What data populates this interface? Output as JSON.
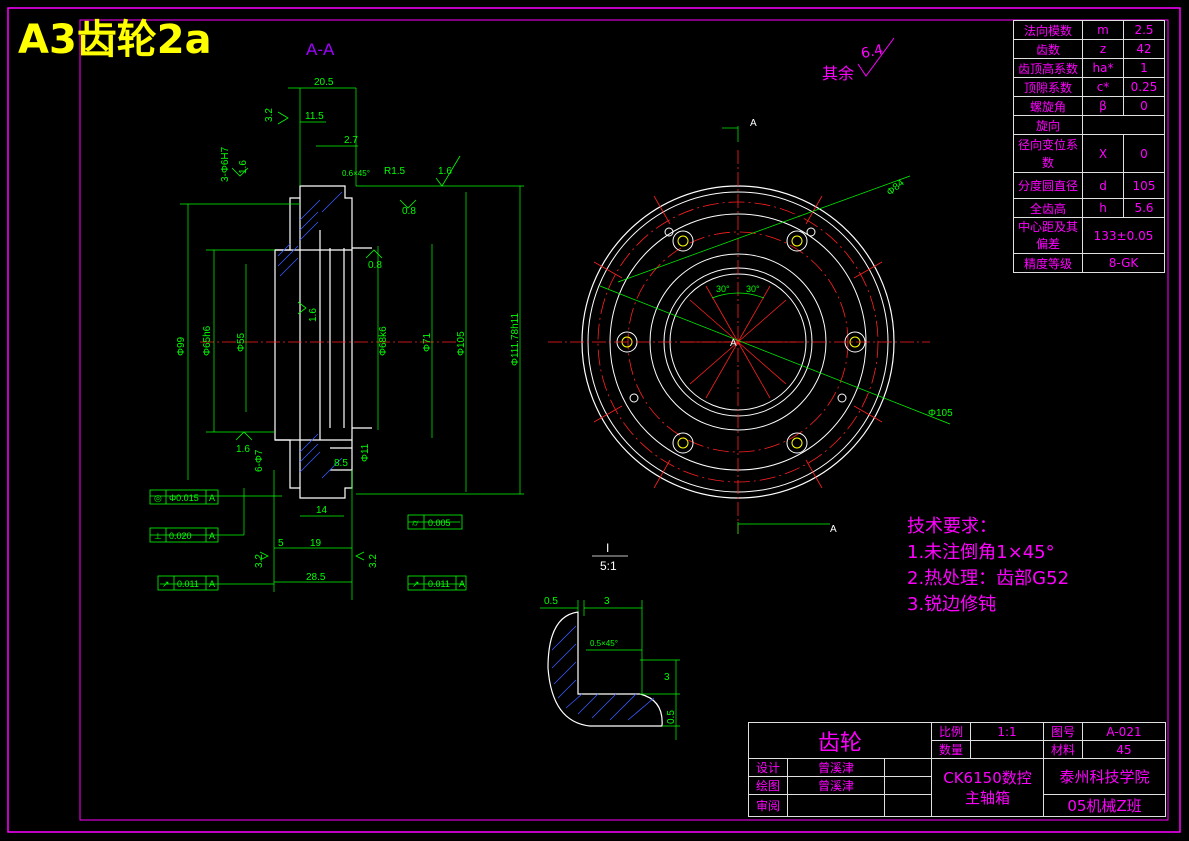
{
  "sheet": {
    "title": "A3齿轮2a",
    "section_label": "A-A",
    "roughness_note": "其余",
    "roughness_value": "6.4"
  },
  "parameters": [
    {
      "name": "法向模数",
      "symbol": "m",
      "value": "2.5"
    },
    {
      "name": "齿数",
      "symbol": "z",
      "value": "42"
    },
    {
      "name": "齿顶高系数",
      "symbol": "ha*",
      "value": "1"
    },
    {
      "name": "顶隙系数",
      "symbol": "c*",
      "value": "0.25"
    },
    {
      "name": "螺旋角",
      "symbol": "β",
      "value": "0"
    },
    {
      "name": "旋向",
      "symbol": "",
      "value": ""
    },
    {
      "name": "径向变位系数",
      "symbol": "X",
      "value": "0"
    },
    {
      "name": "分度圆直径",
      "symbol": "d",
      "value": "105"
    },
    {
      "name": "全齿高",
      "symbol": "h",
      "value": "5.6"
    },
    {
      "name": "中心距及其偏差",
      "symbol": "",
      "value": "133±0.05"
    },
    {
      "name": "精度等级",
      "symbol": "",
      "value": "8-GK"
    }
  ],
  "tech_requirements": {
    "heading": "技术要求：",
    "items": [
      "1.未注倒角1×45°",
      "2.热处理：齿部G52",
      "3.锐边修钝"
    ]
  },
  "title_block": {
    "part_name": "齿轮",
    "scale_label": "比例",
    "scale_value": "1:1",
    "drawing_no_label": "图号",
    "drawing_no": "A-021",
    "quantity_label": "数量",
    "material_label": "材料",
    "material": "45",
    "design_label": "设计",
    "designer": "曾溪津",
    "drawn_label": "绘图",
    "drawer": "曾溪津",
    "review_label": "审阅",
    "assembly": "CK6150数控主轴箱",
    "school": "泰州科技学院",
    "class": "05机械Z班"
  },
  "dimensions": {
    "section": [
      "20.5",
      "11.5",
      "2.7",
      "0.6×45°",
      "R1.5",
      "3-Φ6H7",
      "Φ99",
      "Φ65h6",
      "Φ55",
      "Φ68k6",
      "Φ71",
      "Φ105",
      "Φ111.78h11",
      "14",
      "19",
      "5",
      "28.5",
      "6-Φ7",
      "8.5",
      "Φ11"
    ],
    "roughness": [
      "3.2",
      "1.6",
      "1.6",
      "0.8",
      "0.8",
      "1.6",
      "1.6",
      "3.2",
      "3.2"
    ],
    "tolerances": [
      {
        "symbol": "◎",
        "value": "Φ0.015",
        "datum": "A"
      },
      {
        "symbol": "⊥",
        "value": "0.020",
        "datum": "A"
      },
      {
        "symbol": "↗",
        "value": "0.011",
        "datum": "A"
      },
      {
        "symbol": "⌭",
        "value": "0.005",
        "datum": ""
      },
      {
        "symbol": "↗",
        "value": "0.011",
        "datum": "A"
      }
    ],
    "front_view": [
      "Φ84",
      "Φ105",
      "30°",
      "30°",
      "A",
      "A",
      "A"
    ],
    "detail": {
      "label": "I",
      "scale": "5:1",
      "dims": [
        "0.5",
        "3",
        "0.5×45°",
        "3",
        "0.5"
      ]
    }
  }
}
